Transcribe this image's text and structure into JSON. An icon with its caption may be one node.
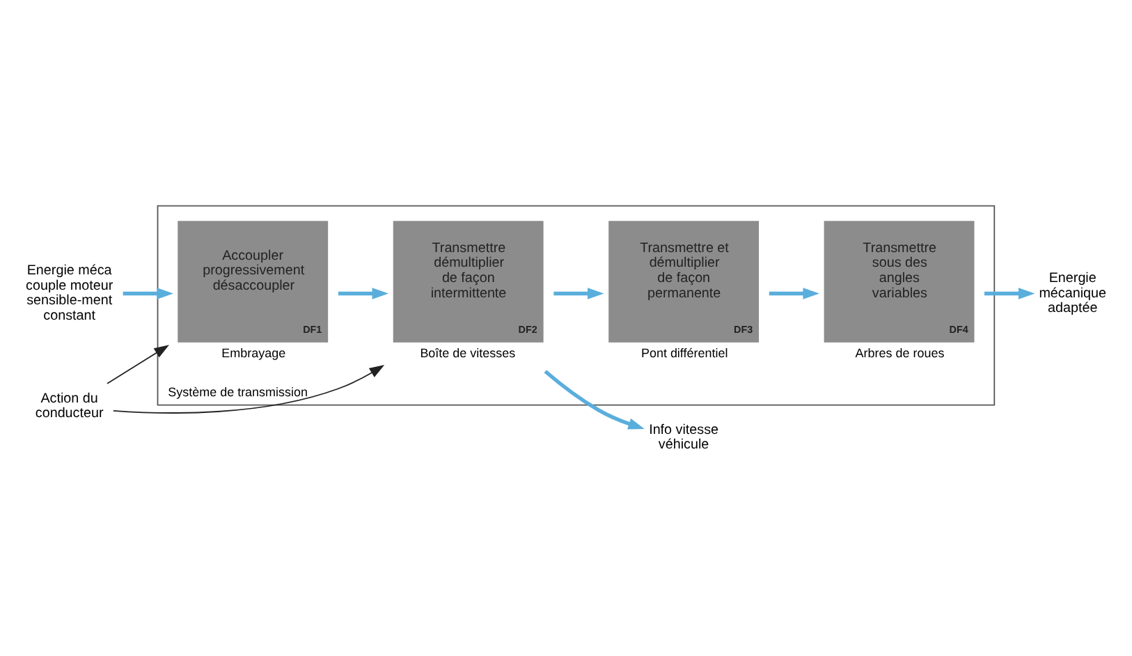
{
  "diagram": {
    "nodes": [
      {
        "text": [
          "Action du conducteur"
        ]
      },
      {
        "text": [
          "Energie méca",
          "couple moteur sensible-ment constant"
        ]
      },
      {
        "text": [
          "Système de transmission"
        ]
      },
      {
        "text": [
          "Accoupler progressivement désaccoupler",
          "DF1"
        ],
        "in": 2,
        "beside": [
          "Embrayage"
        ]
      },
      {
        "text": [
          "Transmettre démultiplier de façon intermittente",
          "DF2"
        ],
        "in": 2,
        "beside": [
          "Boîte de vitesses"
        ]
      },
      {
        "text": [
          "Info vitesse véhicule"
        ]
      },
      {
        "text": [
          "Transmettre et démultiplier de façon permanente",
          "DF3"
        ],
        "in": 2,
        "beside": [
          "Pont différentiel"
        ]
      },
      {
        "text": [
          "Transmettre sous des angles variables",
          "DF4"
        ],
        "in": 2,
        "beside": [
          "Arbres de roues"
        ]
      },
      {
        "text": [
          "Energie mécanique adaptée"
        ]
      }
    ],
    "edges": [
      {
        "from": 0,
        "to": 3,
        "arrow": "to",
        "color": "#222222"
      },
      {
        "from": 0,
        "to": 4,
        "arrow": "to",
        "color": "#222222"
      },
      {
        "from": 1,
        "to": 3,
        "arrow": "to"
      },
      {
        "from": 3,
        "to": 4,
        "arrow": "to"
      },
      {
        "from": 4,
        "to": 5,
        "arrow": "to"
      },
      {
        "from": 4,
        "to": 6,
        "arrow": "to"
      },
      {
        "from": 6,
        "to": 7,
        "arrow": "to"
      },
      {
        "from": 7,
        "to": 8,
        "arrow": "to"
      }
    ]
  }
}
